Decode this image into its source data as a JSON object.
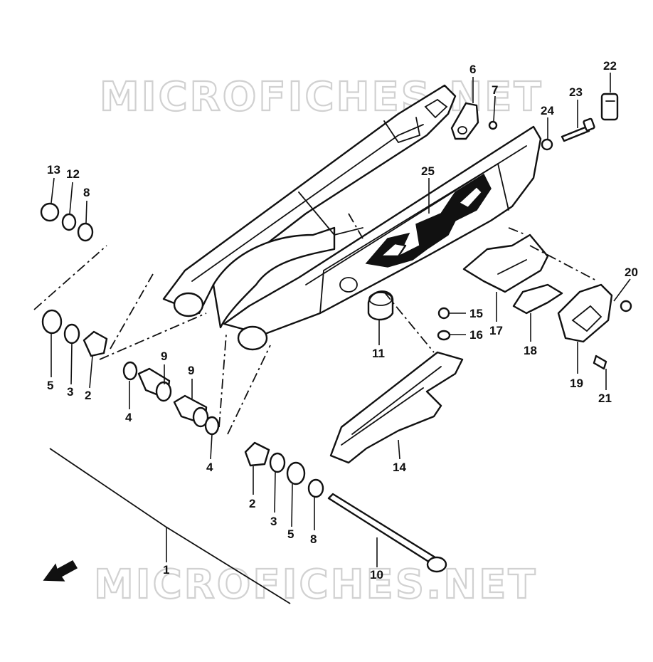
{
  "watermark": {
    "top": "MICROFICHES.NET",
    "bottom": "MICROFICHES.NET"
  },
  "callouts": {
    "c1": "1",
    "c2a": "2",
    "c2b": "2",
    "c3a": "3",
    "c3b": "3",
    "c4a": "4",
    "c4b": "4",
    "c5a": "5",
    "c5b": "5",
    "c6": "6",
    "c7": "7",
    "c8a": "8",
    "c8b": "8",
    "c9a": "9",
    "c9b": "9",
    "c10": "10",
    "c11": "11",
    "c12": "12",
    "c13": "13",
    "c14": "14",
    "c15": "15",
    "c16": "16",
    "c17": "17",
    "c18": "18",
    "c19": "19",
    "c20": "20",
    "c21": "21",
    "c22": "22",
    "c23": "23",
    "c24": "24",
    "c25": "25"
  },
  "icons": {
    "front_arrow": "front-direction-arrow-icon"
  }
}
